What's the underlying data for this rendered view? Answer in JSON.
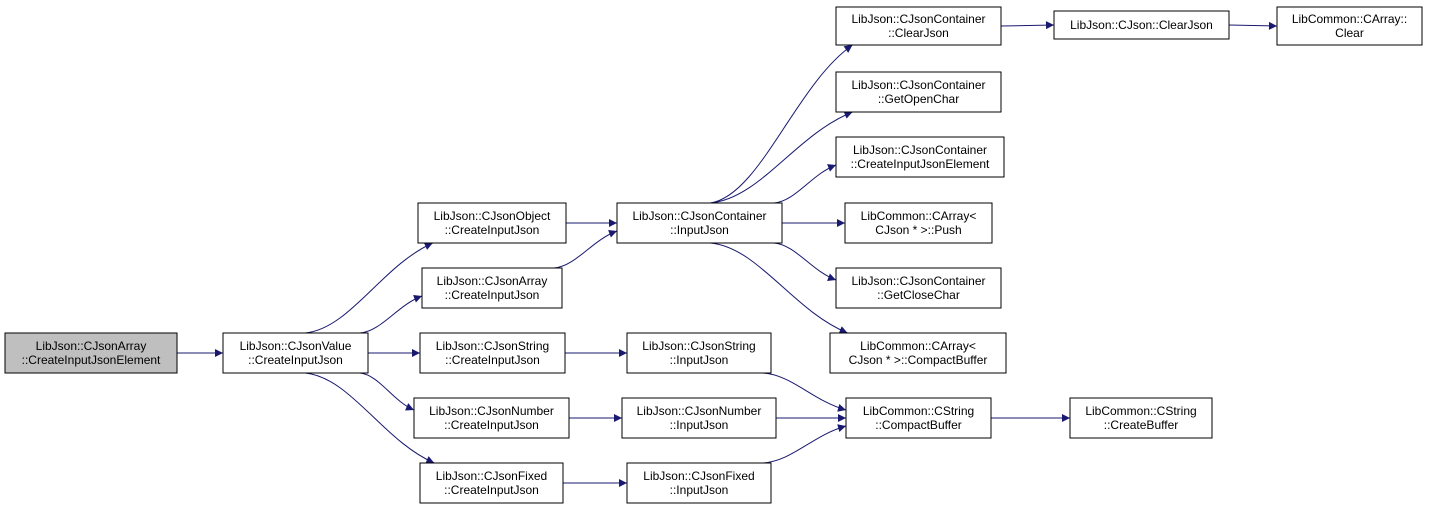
{
  "diagram": {
    "type": "call-graph",
    "colors": {
      "edge": "#191970",
      "border": "#000000",
      "root_fill": "#bfbfbf",
      "node_fill": "#ffffff"
    },
    "nodes": [
      {
        "id": "root",
        "lines": [
          "LibJson::CJsonArray",
          "::CreateInputJsonElement"
        ],
        "root": true
      },
      {
        "id": "value_create",
        "lines": [
          "LibJson::CJsonValue",
          "::CreateInputJson"
        ]
      },
      {
        "id": "object_create",
        "lines": [
          "LibJson::CJsonObject",
          "::CreateInputJson"
        ]
      },
      {
        "id": "array_create",
        "lines": [
          "LibJson::CJsonArray",
          "::CreateInputJson"
        ]
      },
      {
        "id": "string_create",
        "lines": [
          "LibJson::CJsonString",
          "::CreateInputJson"
        ]
      },
      {
        "id": "number_create",
        "lines": [
          "LibJson::CJsonNumber",
          "::CreateInputJson"
        ]
      },
      {
        "id": "fixed_create",
        "lines": [
          "LibJson::CJsonFixed",
          "::CreateInputJson"
        ]
      },
      {
        "id": "container_input",
        "lines": [
          "LibJson::CJsonContainer",
          "::InputJson"
        ]
      },
      {
        "id": "string_input",
        "lines": [
          "LibJson::CJsonString",
          "::InputJson"
        ]
      },
      {
        "id": "number_input",
        "lines": [
          "LibJson::CJsonNumber",
          "::InputJson"
        ]
      },
      {
        "id": "fixed_input",
        "lines": [
          "LibJson::CJsonFixed",
          "::InputJson"
        ]
      },
      {
        "id": "container_clear",
        "lines": [
          "LibJson::CJsonContainer",
          "::ClearJson"
        ]
      },
      {
        "id": "container_openchar",
        "lines": [
          "LibJson::CJsonContainer",
          "::GetOpenChar"
        ]
      },
      {
        "id": "container_createelem",
        "lines": [
          "LibJson::CJsonContainer",
          "::CreateInputJsonElement"
        ]
      },
      {
        "id": "carray_push",
        "lines": [
          "LibCommon::CArray<",
          "CJson * >::Push"
        ]
      },
      {
        "id": "container_closechar",
        "lines": [
          "LibJson::CJsonContainer",
          "::GetCloseChar"
        ]
      },
      {
        "id": "carray_compact",
        "lines": [
          "LibCommon::CArray<",
          "CJson * >::CompactBuffer"
        ]
      },
      {
        "id": "cstring_compact",
        "lines": [
          "LibCommon::CString",
          "::CompactBuffer"
        ]
      },
      {
        "id": "cjson_clear",
        "lines": [
          "LibJson::CJson::ClearJson"
        ]
      },
      {
        "id": "carray_clear",
        "lines": [
          "LibCommon::CArray::",
          "Clear"
        ]
      },
      {
        "id": "cstring_createbuffer",
        "lines": [
          "LibCommon::CString",
          "::CreateBuffer"
        ]
      }
    ],
    "edges": [
      [
        "root",
        "value_create"
      ],
      [
        "value_create",
        "object_create"
      ],
      [
        "value_create",
        "array_create"
      ],
      [
        "value_create",
        "string_create"
      ],
      [
        "value_create",
        "number_create"
      ],
      [
        "value_create",
        "fixed_create"
      ],
      [
        "object_create",
        "container_input"
      ],
      [
        "array_create",
        "container_input"
      ],
      [
        "string_create",
        "string_input"
      ],
      [
        "number_create",
        "number_input"
      ],
      [
        "fixed_create",
        "fixed_input"
      ],
      [
        "container_input",
        "container_clear"
      ],
      [
        "container_input",
        "container_openchar"
      ],
      [
        "container_input",
        "container_createelem"
      ],
      [
        "container_input",
        "carray_push"
      ],
      [
        "container_input",
        "container_closechar"
      ],
      [
        "container_input",
        "carray_compact"
      ],
      [
        "string_input",
        "cstring_compact"
      ],
      [
        "number_input",
        "cstring_compact"
      ],
      [
        "fixed_input",
        "cstring_compact"
      ],
      [
        "container_clear",
        "cjson_clear"
      ],
      [
        "cjson_clear",
        "carray_clear"
      ],
      [
        "cstring_compact",
        "cstring_createbuffer"
      ]
    ]
  }
}
